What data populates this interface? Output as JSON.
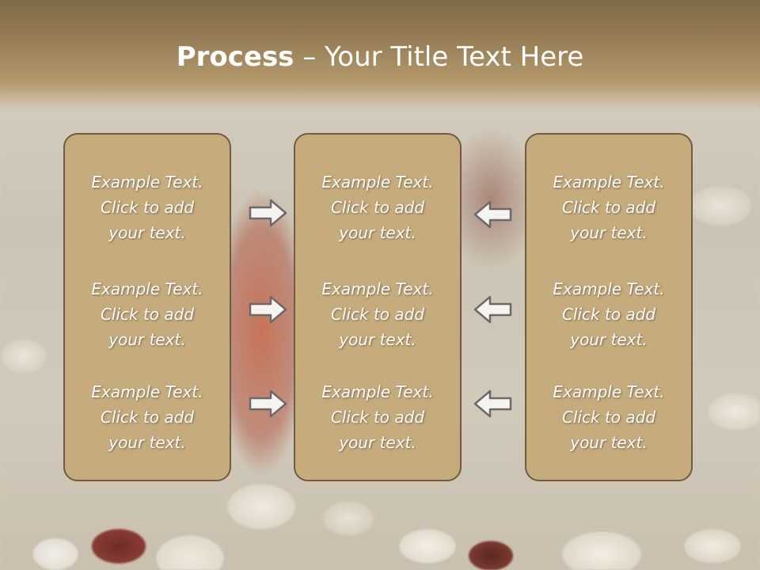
{
  "slide": {
    "title_bold": "Process",
    "title_rest": " – Your Title Text Here"
  },
  "columns": [
    {
      "items": [
        {
          "line1": "Example Text.",
          "line2": "Click  to add",
          "line3": "your text."
        },
        {
          "line1": "Example Text.",
          "line2": "Click  to add",
          "line3": "your text."
        },
        {
          "line1": "Example Text.",
          "line2": "Click  to add",
          "line3": "your text."
        }
      ]
    },
    {
      "items": [
        {
          "line1": "Example Text.",
          "line2": "Click  to add",
          "line3": "your text."
        },
        {
          "line1": "Example Text.",
          "line2": "Click  to add",
          "line3": "your text."
        },
        {
          "line1": "Example Text.",
          "line2": "Click  to add",
          "line3": "your text."
        }
      ]
    },
    {
      "items": [
        {
          "line1": "Example Text.",
          "line2": "Click  to add",
          "line3": "your text."
        },
        {
          "line1": "Example Text.",
          "line2": "Click  to add",
          "line3": "your text."
        },
        {
          "line1": "Example Text.",
          "line2": "Click  to add",
          "line3": "your text."
        }
      ]
    }
  ],
  "arrows": {
    "left_group": "arrow-right-icon",
    "right_group": "arrow-left-icon"
  },
  "colors": {
    "panel_fill": "#c6ab7c",
    "panel_border": "#6e5d44",
    "header": "#9a8057",
    "text": "#ffffff"
  }
}
